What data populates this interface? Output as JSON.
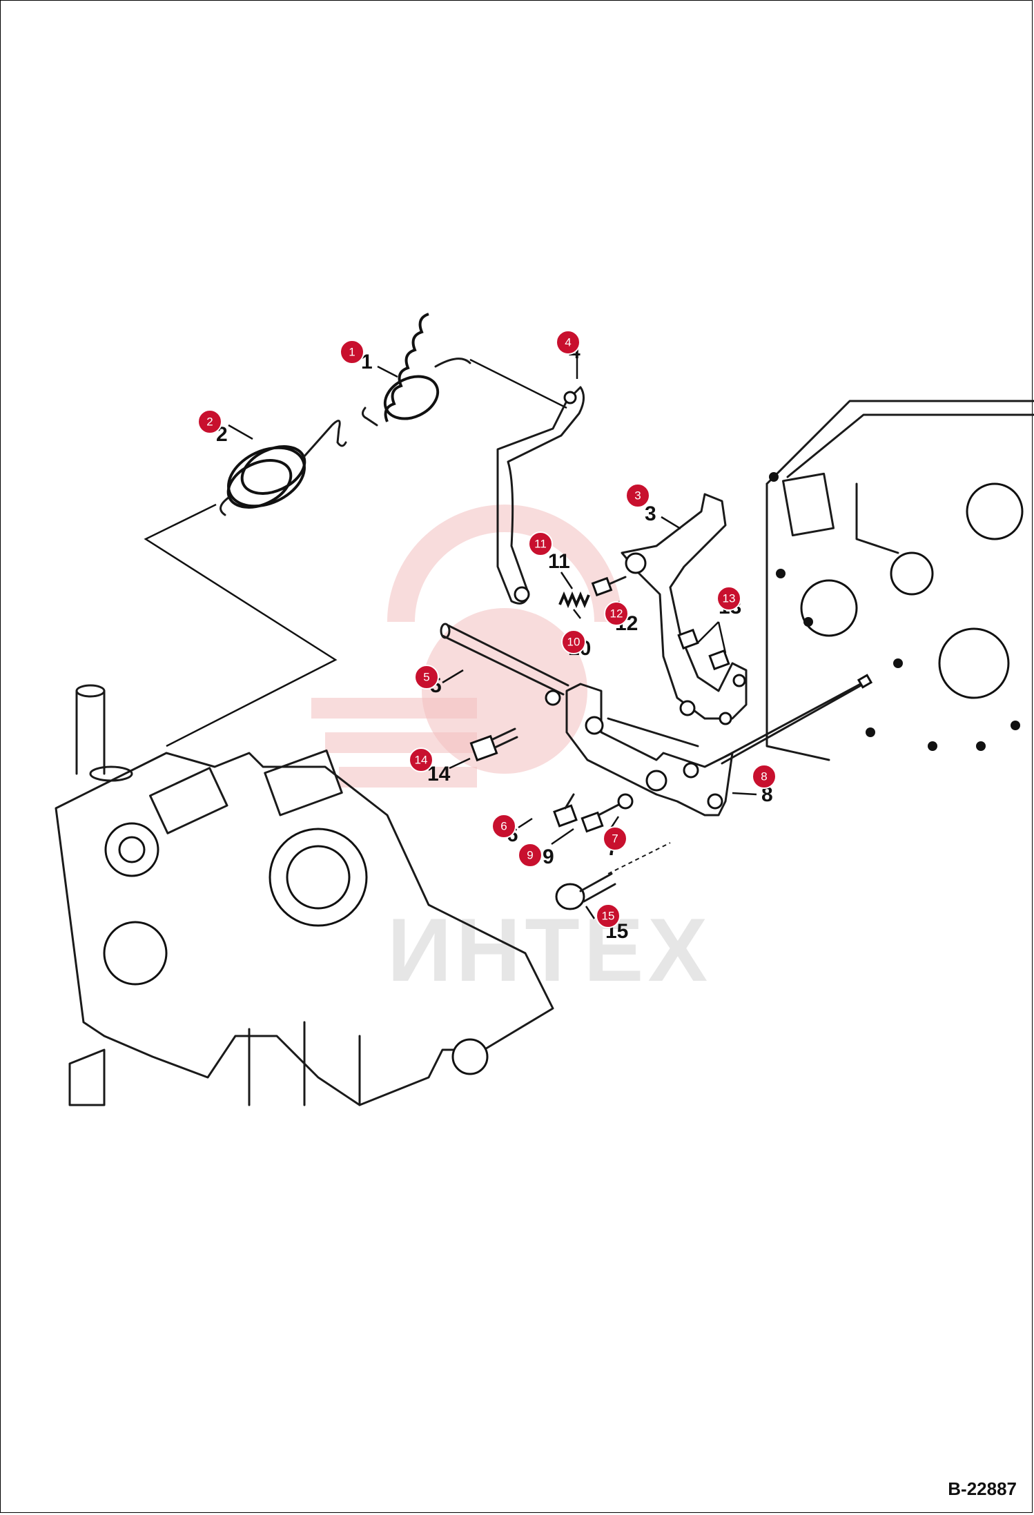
{
  "watermark": {
    "text": "ИНТЕХ",
    "color": "#f3c0c0"
  },
  "callouts": [
    {
      "n": "1",
      "text": "1"
    },
    {
      "n": "2",
      "text": "2"
    },
    {
      "n": "3",
      "text": "3"
    },
    {
      "n": "4",
      "text": "4"
    },
    {
      "n": "5",
      "text": "5"
    },
    {
      "n": "6",
      "text": "6"
    },
    {
      "n": "7",
      "text": "7"
    },
    {
      "n": "8",
      "text": "8"
    },
    {
      "n": "9",
      "text": "9"
    },
    {
      "n": "10",
      "text": "10"
    },
    {
      "n": "11",
      "text": "11"
    },
    {
      "n": "12",
      "text": "12"
    },
    {
      "n": "13",
      "text": "13"
    },
    {
      "n": "14",
      "text": "14"
    },
    {
      "n": "15",
      "text": "15"
    }
  ],
  "badge_color": "#c8102e",
  "drawing_code": "B-22887"
}
